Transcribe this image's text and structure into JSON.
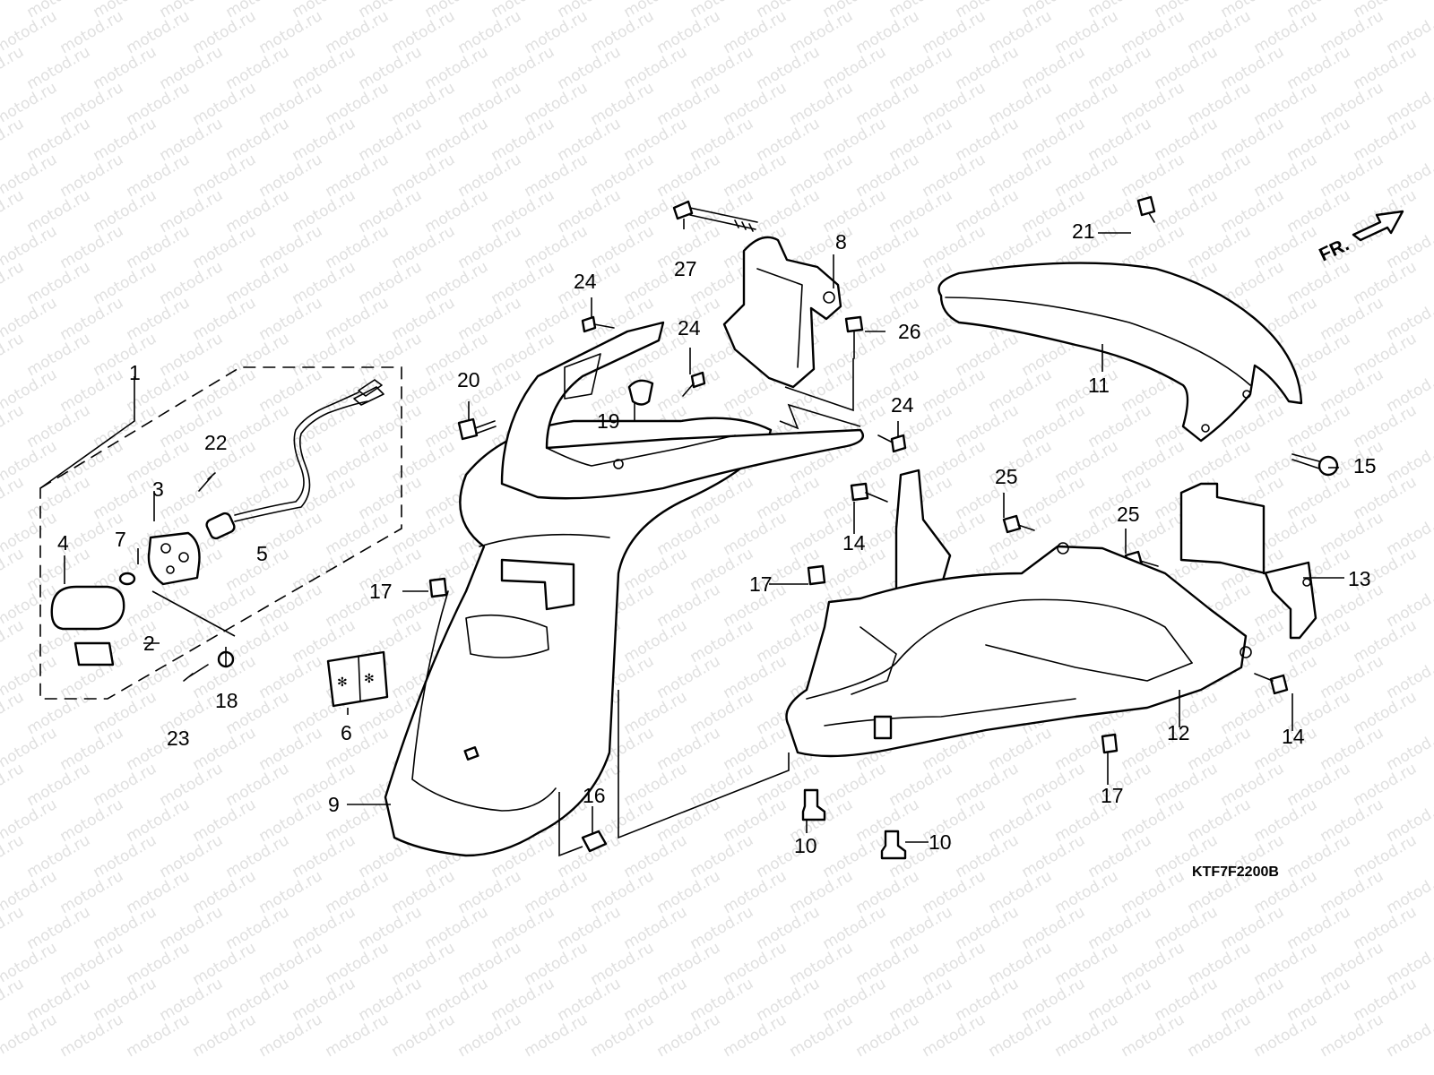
{
  "watermark": "motod.ru",
  "direction_label": "FR.",
  "diagram_code": "KTF7F2200B",
  "callouts": [
    "1",
    "2",
    "3",
    "4",
    "5",
    "6",
    "7",
    "8",
    "9",
    "10",
    "10",
    "11",
    "12",
    "13",
    "14",
    "14",
    "15",
    "16",
    "17",
    "17",
    "17",
    "18",
    "19",
    "20",
    "21",
    "22",
    "23",
    "24",
    "24",
    "24",
    "25",
    "25",
    "26",
    "27"
  ],
  "colors": {
    "line": "#000000",
    "background": "#ffffff",
    "watermark": "#e0e0e0"
  }
}
